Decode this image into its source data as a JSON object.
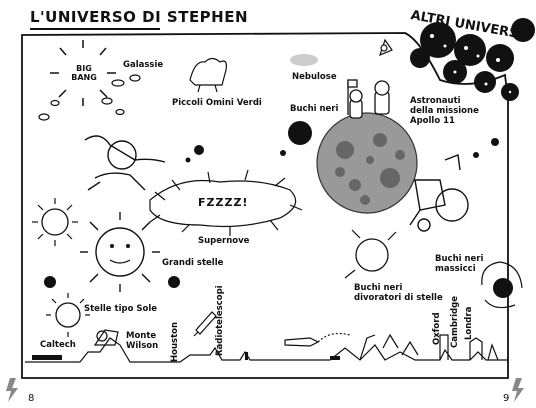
{
  "title": "L'UNIVERSO DI STEPHEN",
  "altri_universi": "ALTRI UNIVERSI",
  "big_bang": "BIG BANG",
  "supernova_sound": "FZZZZ!",
  "labels": {
    "galassie": "Galassie",
    "piccoli_omini_verdi": "Piccoli Omini Verdi",
    "nebulose": "Nebulose",
    "buchi_neri": "Buchi neri",
    "astronauti": [
      "Astronauti",
      "della missione",
      "Apollo 11"
    ],
    "supernove": "Supernove",
    "grandi_stelle": "Grandi stelle",
    "buchi_neri_massicci": [
      "Buchi neri",
      "massicci"
    ],
    "buchi_neri_divoratori": [
      "Buchi neri",
      "divoratori di stelle"
    ],
    "stelle_tipo_sole": "Stelle tipo Sole",
    "monte_wilson": [
      "Monte",
      "Wilson"
    ],
    "caltech": "Caltech",
    "houston": "Houston",
    "radiotelescopi": "Radiotelescopi",
    "oxford": "Oxford",
    "cambridge": "Cambridge",
    "londra": "Londra"
  },
  "page_left": "8",
  "page_right": "9"
}
